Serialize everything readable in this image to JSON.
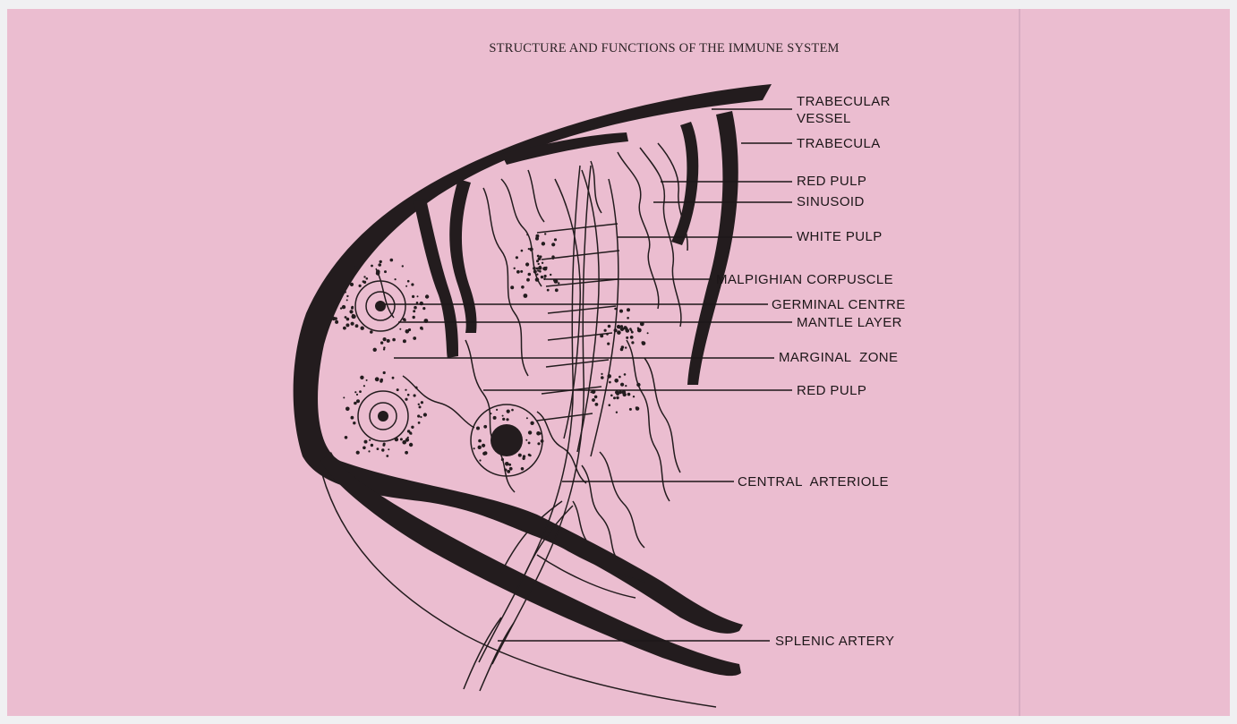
{
  "page": {
    "header": "STRUCTURE AND FUNCTIONS OF THE IMMUNE SYSTEM"
  },
  "colors": {
    "paper": "#ebbdd0",
    "ink": "#231c1e"
  },
  "labels": {
    "trabecular_vessel_1": "TRABECULAR",
    "trabecular_vessel_2": "VESSEL",
    "trabecula": "TRABECULA",
    "red_pulp_top": "RED PULP",
    "sinusoid": "SINUSOID",
    "white_pulp": "WHITE PULP",
    "malpighian_corpuscle": "MALPIGHIAN CORPUSCLE",
    "germinal_centre": "GERMINAL CENTRE",
    "mantle_layer": "MANTLE LAYER",
    "marginal_zone": "MARGINAL  ZONE",
    "red_pulp_bottom": "RED PULP",
    "central_arteriole": "CENTRAL  ARTERIOLE",
    "splenic_artery": "SPLENIC ARTERY"
  }
}
